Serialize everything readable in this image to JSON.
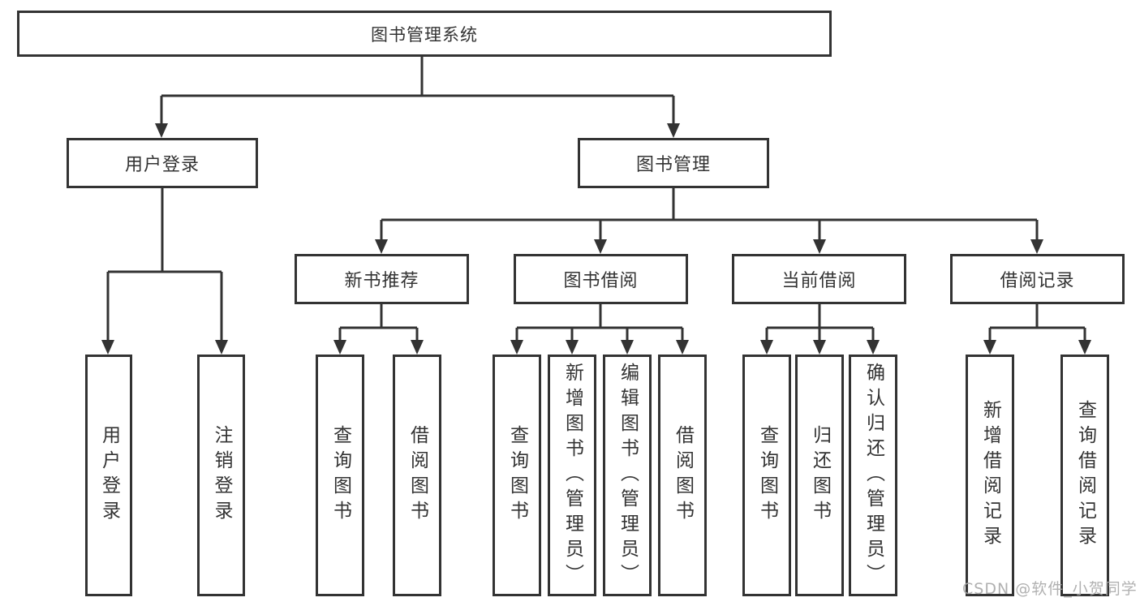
{
  "diagram": {
    "root": "图书管理系统",
    "level2": [
      {
        "label": "用户登录"
      },
      {
        "label": "图书管理"
      }
    ],
    "level3": [
      {
        "label": "新书推荐"
      },
      {
        "label": "图书借阅"
      },
      {
        "label": "当前借阅"
      },
      {
        "label": "借阅记录"
      }
    ],
    "leaves": [
      {
        "label": "用户登录"
      },
      {
        "label": "注销登录"
      },
      {
        "label": "查询图书"
      },
      {
        "label": "借阅图书"
      },
      {
        "label": "查询图书"
      },
      {
        "label": "新增图书（管理员）"
      },
      {
        "label": "编辑图书（管理员）"
      },
      {
        "label": "借阅图书"
      },
      {
        "label": "查询图书"
      },
      {
        "label": "归还图书"
      },
      {
        "label": "确认归还（管理员）"
      },
      {
        "label": "新增借阅记录"
      },
      {
        "label": "查询借阅记录"
      }
    ]
  },
  "watermark": "CSDN @软件_小贺同学",
  "colors": {
    "line": "#333333",
    "text": "#333333",
    "background": "#ffffff",
    "watermark": "#a8a8a8"
  }
}
